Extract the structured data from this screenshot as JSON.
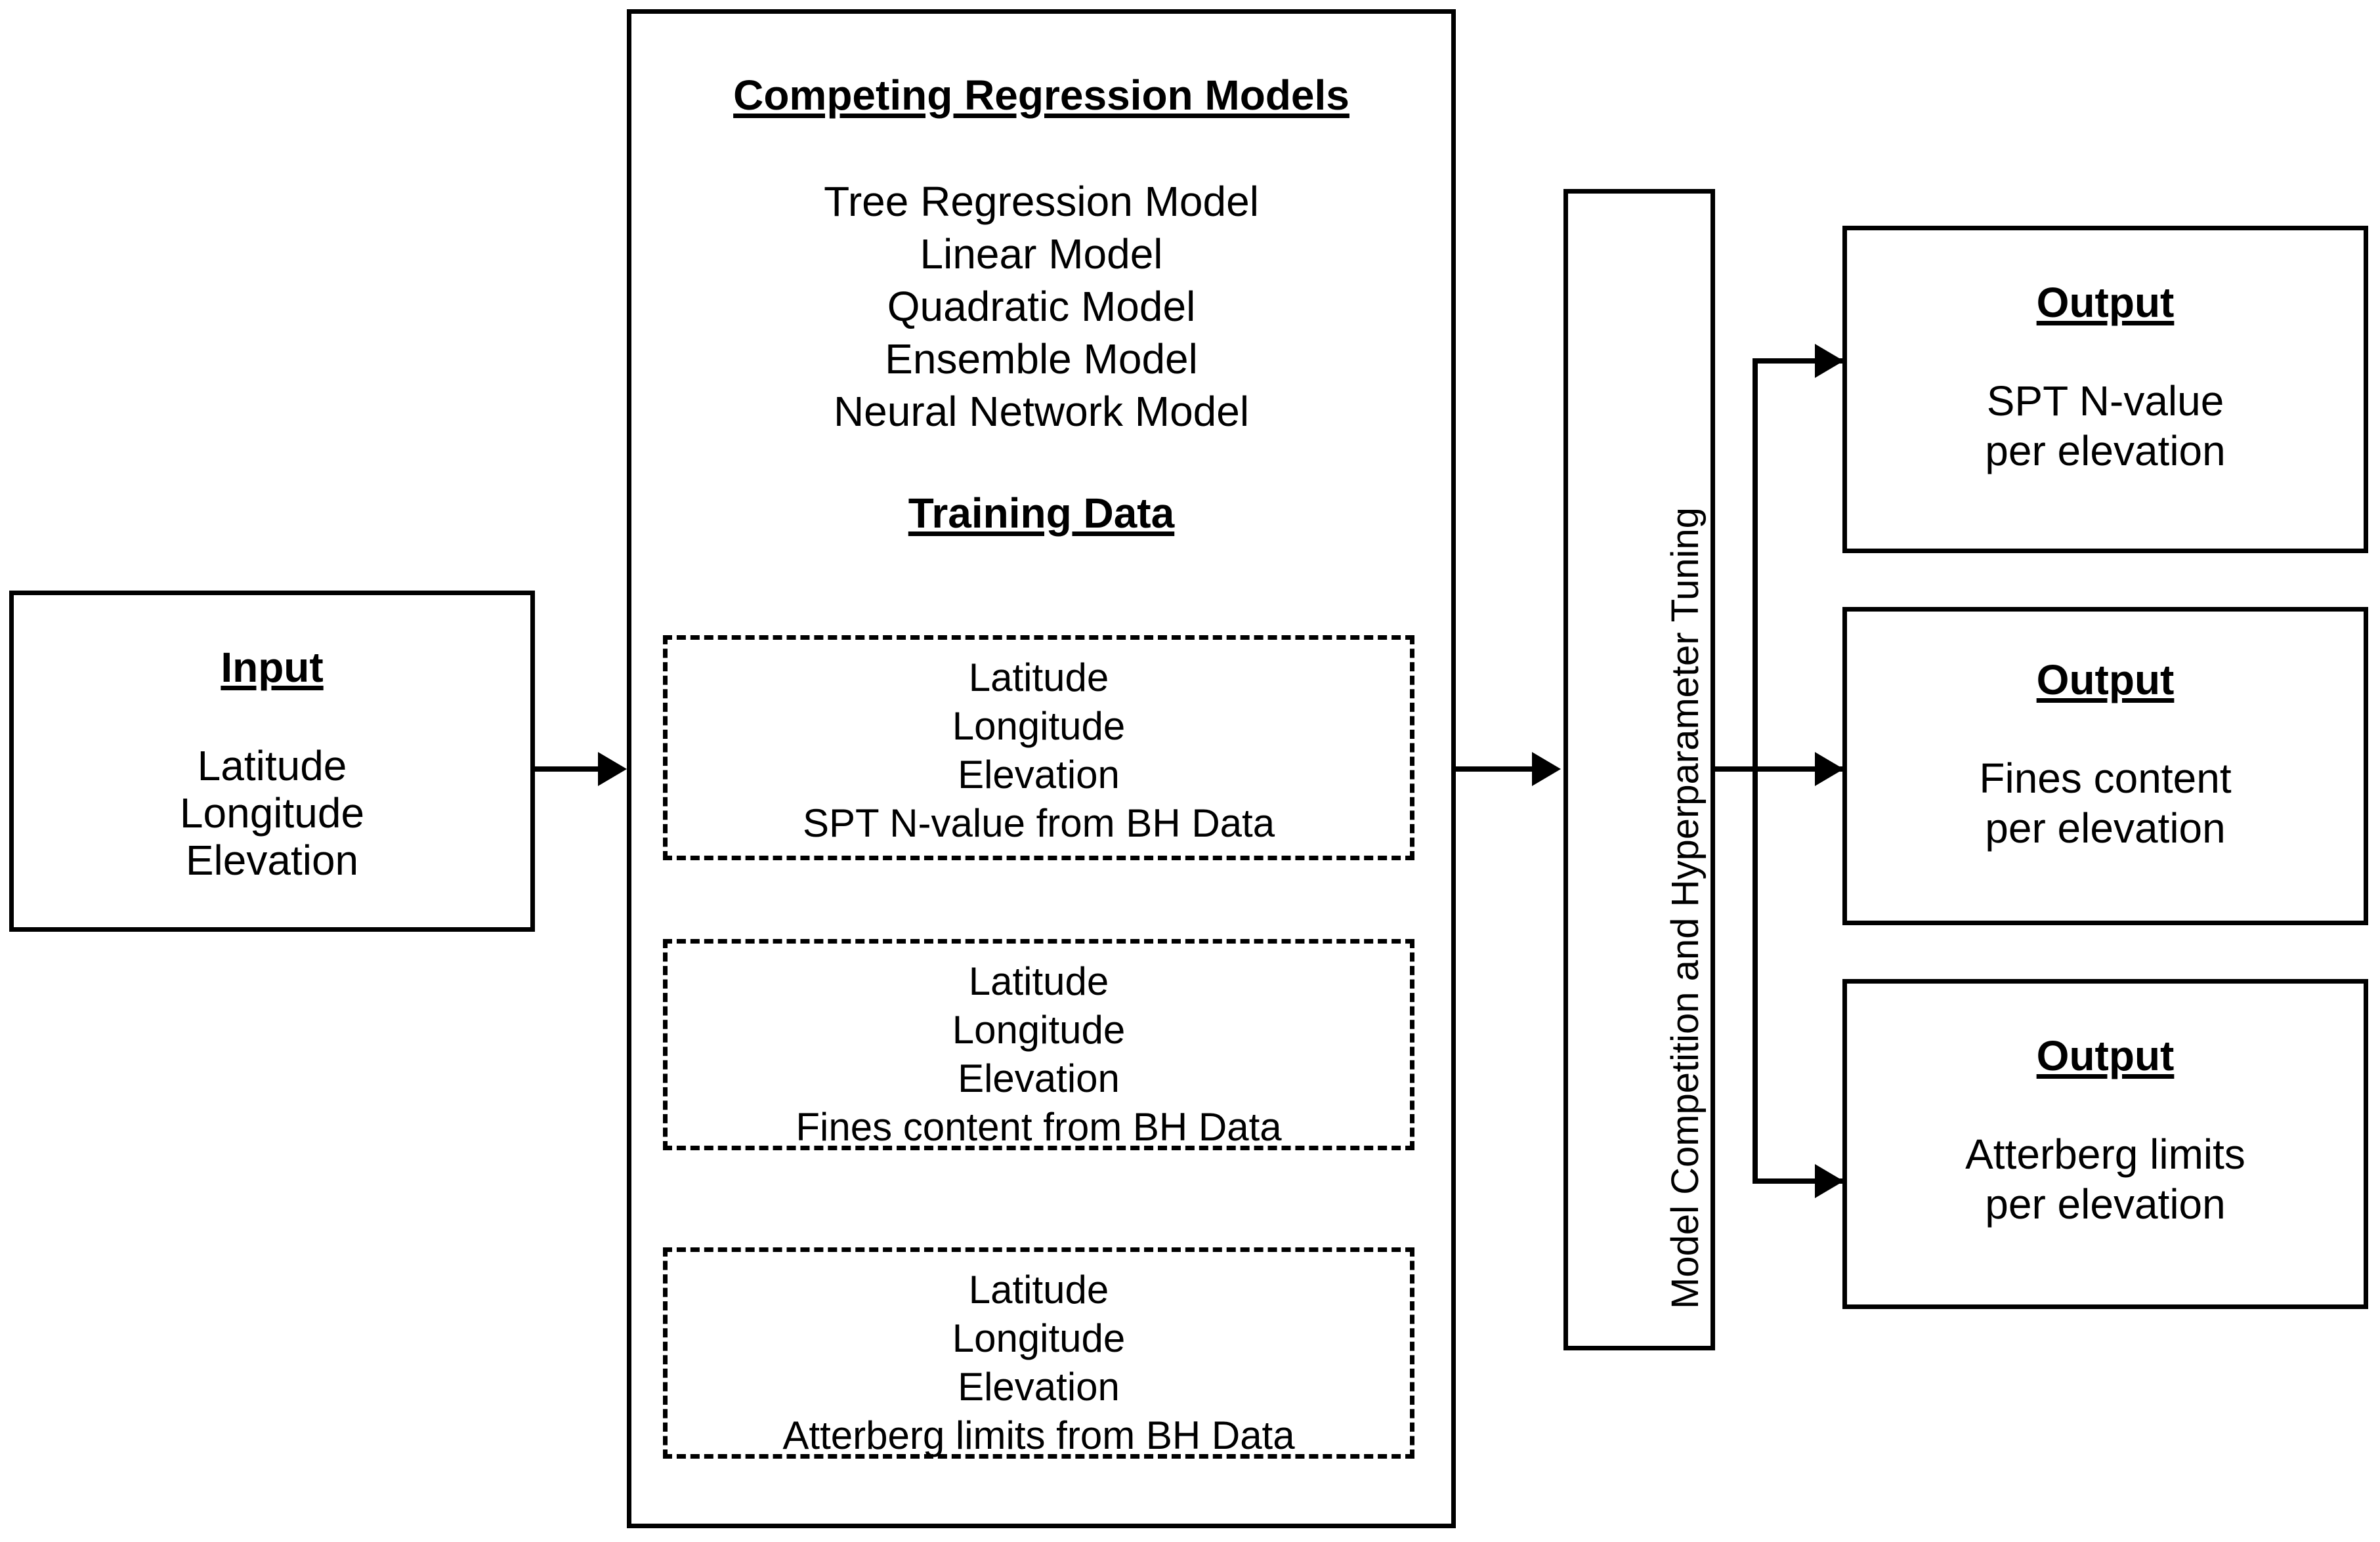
{
  "input_box": {
    "title": "Input",
    "lines": [
      "Latitude",
      "Longitude",
      "Elevation"
    ]
  },
  "models_panel": {
    "title": "Competing  Regression Models",
    "models": [
      "Tree Regression Model",
      "Linear Model",
      "Quadratic Model",
      "Ensemble Model",
      "Neural Network Model"
    ],
    "training_title": "Training Data",
    "training_sets": [
      {
        "lines": [
          "Latitude",
          "Longitude",
          "Elevation",
          "SPT N-value from BH Data"
        ]
      },
      {
        "lines": [
          "Latitude",
          "Longitude",
          "Elevation",
          "Fines content from BH Data"
        ]
      },
      {
        "lines": [
          "Latitude",
          "Longitude",
          "Elevation",
          "Atterberg limits from BH Data"
        ]
      }
    ]
  },
  "competition_box": {
    "label": "Model Competition and Hyperparameter Tuning"
  },
  "outputs": [
    {
      "title": "Output",
      "line1": "SPT N-value",
      "line2": "per elevation"
    },
    {
      "title": "Output",
      "line1": "Fines content",
      "line2": "per elevation"
    },
    {
      "title": "Output",
      "line1": "Atterberg limits",
      "line2": "per elevation"
    }
  ],
  "colors": {
    "stroke": "#000000",
    "background": "#ffffff"
  }
}
